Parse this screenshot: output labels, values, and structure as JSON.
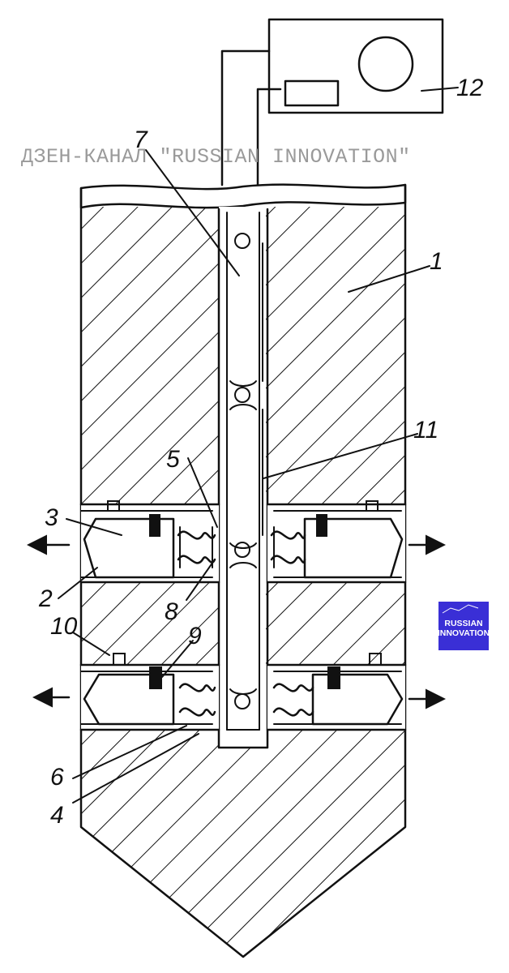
{
  "watermark": "ДЗЕН-КАНАЛ \"RUSSIAN INNOVATION\"",
  "labels": {
    "l1": "1",
    "l2": "2",
    "l3": "3",
    "l4": "4",
    "l5": "5",
    "l6": "6",
    "l7": "7",
    "l8": "8",
    "l9": "9",
    "l10": "10",
    "l11": "11",
    "l12": "12"
  },
  "logo": {
    "line1": "RUSSIAN",
    "line2": "INNOVATION",
    "bg_color": "#3a2fd6",
    "text_color": "#ffffff"
  },
  "colors": {
    "ink": "#111111",
    "watermark": "#9a9a9a",
    "paper": "#ffffff"
  }
}
